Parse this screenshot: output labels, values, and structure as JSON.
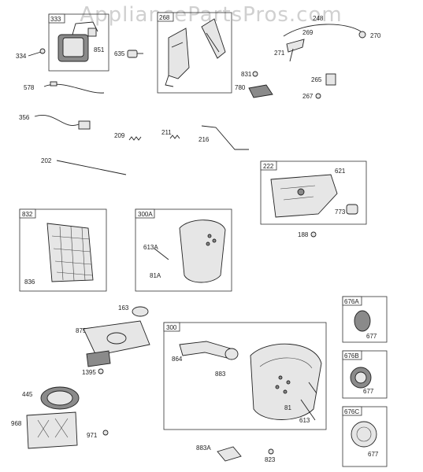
{
  "watermark": "AppliancePartsPros.com",
  "boxes": {
    "b333": "333",
    "b268": "268",
    "b222": "222",
    "b832": "832",
    "b300A": "300A",
    "b300": "300",
    "b676A": "676A",
    "b676B": "676B",
    "b676C": "676C"
  },
  "labels": {
    "l334": "334",
    "l851": "851",
    "l635": "635",
    "l578": "578",
    "l356": "356",
    "l209": "209",
    "l211": "211",
    "l216": "216",
    "l202": "202",
    "l248": "248",
    "l269": "269",
    "l270": "270",
    "l271": "271",
    "l831": "831",
    "l780": "780",
    "l265": "265",
    "l267": "267",
    "l621": "621",
    "l773": "773",
    "l188": "188",
    "l836": "836",
    "l613A": "613A",
    "l81A": "81A",
    "l163": "163",
    "l875": "875",
    "l1395": "1395",
    "l445": "445",
    "l968": "968",
    "l971": "971",
    "l864": "864",
    "l883": "883",
    "l81": "81",
    "l613": "613",
    "l883A": "883A",
    "l823": "823",
    "l677a": "677",
    "l677b": "677",
    "l677c": "677"
  }
}
